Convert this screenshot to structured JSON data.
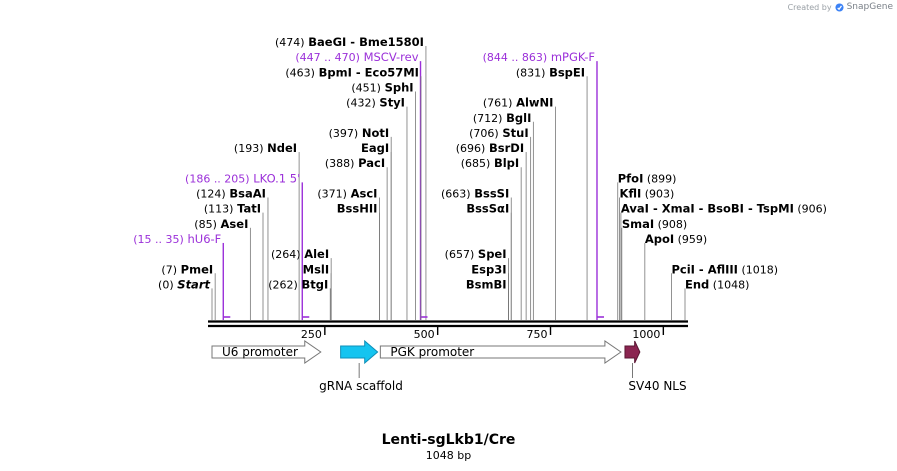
{
  "credit": {
    "prefix": "Created by",
    "brand": "SnapGene"
  },
  "map": {
    "name": "Lenti-sgLkb1/Cre",
    "length_label": "1048 bp",
    "length_bp": 1048
  },
  "ruler": [
    {
      "label": "250",
      "bp": 250
    },
    {
      "label": "500",
      "bp": 500
    },
    {
      "label": "750",
      "bp": 750
    },
    {
      "label": "1000",
      "bp": 1000
    }
  ],
  "sites": [
    {
      "pos": "(474)",
      "names": [
        "BaeGI",
        "Bme1580I"
      ],
      "bp": 474,
      "row": 0,
      "type": "enzyme"
    },
    {
      "pos": "(447 .. 470)",
      "names": [
        "MSCV-rev"
      ],
      "bp": 462,
      "row": 1,
      "type": "primer"
    },
    {
      "pos": "(463)",
      "names": [
        "BpmI",
        "Eco57MI"
      ],
      "bp": 463,
      "row": 2,
      "type": "enzyme"
    },
    {
      "pos": "(451)",
      "names": [
        "SphI"
      ],
      "bp": 451,
      "row": 3,
      "type": "enzyme"
    },
    {
      "pos": "(432)",
      "names": [
        "StyI"
      ],
      "bp": 432,
      "row": 4,
      "type": "enzyme"
    },
    {
      "pos": "(397)",
      "names": [
        "NotI"
      ],
      "bp": 397,
      "row": 6,
      "type": "enzyme"
    },
    {
      "pos": "",
      "names": [
        "EagI"
      ],
      "bp": 397,
      "row": 7,
      "type": "enzyme"
    },
    {
      "pos": "(388)",
      "names": [
        "PacI"
      ],
      "bp": 388,
      "row": 8,
      "type": "enzyme"
    },
    {
      "pos": "(371)",
      "names": [
        "AscI"
      ],
      "bp": 371,
      "row": 10,
      "type": "enzyme"
    },
    {
      "pos": "",
      "names": [
        "BssHII"
      ],
      "bp": 371,
      "row": 11,
      "type": "enzyme"
    },
    {
      "pos": "(193)",
      "names": [
        "NdeI"
      ],
      "bp": 193,
      "row": 7,
      "type": "enzyme"
    },
    {
      "pos": "(186 .. 205)",
      "names": [
        "LKO.1 5'"
      ],
      "bp": 200,
      "row": 9,
      "type": "primer"
    },
    {
      "pos": "(124)",
      "names": [
        "BsaAI"
      ],
      "bp": 124,
      "row": 10,
      "type": "enzyme"
    },
    {
      "pos": "(113)",
      "names": [
        "TatI"
      ],
      "bp": 113,
      "row": 11,
      "type": "enzyme"
    },
    {
      "pos": "(85)",
      "names": [
        "AseI"
      ],
      "bp": 85,
      "row": 12,
      "type": "enzyme"
    },
    {
      "pos": "(15 .. 35)",
      "names": [
        "hU6-F"
      ],
      "bp": 25,
      "row": 13,
      "type": "primer"
    },
    {
      "pos": "(7)",
      "names": [
        "PmeI"
      ],
      "bp": 7,
      "row": 15,
      "type": "enzyme"
    },
    {
      "pos": "(0)",
      "names": [
        "Start"
      ],
      "bp": 0,
      "row": 16,
      "type": "end"
    },
    {
      "pos": "(264)",
      "names": [
        "AleI"
      ],
      "bp": 264,
      "row": 14,
      "type": "enzyme"
    },
    {
      "pos": "",
      "names": [
        "MslI"
      ],
      "bp": 264,
      "row": 15,
      "type": "enzyme"
    },
    {
      "pos": "(262)",
      "names": [
        "BtgI"
      ],
      "bp": 262,
      "row": 16,
      "type": "enzyme"
    },
    {
      "pos": "(844 .. 863)",
      "names": [
        "mPGK-F"
      ],
      "bp": 853,
      "row": 1,
      "type": "primer"
    },
    {
      "pos": "(831)",
      "names": [
        "BspEI"
      ],
      "bp": 831,
      "row": 2,
      "type": "enzyme"
    },
    {
      "pos": "(761)",
      "names": [
        "AlwNI"
      ],
      "bp": 761,
      "row": 4,
      "type": "enzyme"
    },
    {
      "pos": "(712)",
      "names": [
        "BglI"
      ],
      "bp": 712,
      "row": 5,
      "type": "enzyme"
    },
    {
      "pos": "(706)",
      "names": [
        "StuI"
      ],
      "bp": 706,
      "row": 6,
      "type": "enzyme"
    },
    {
      "pos": "(696)",
      "names": [
        "BsrDI"
      ],
      "bp": 696,
      "row": 7,
      "type": "enzyme"
    },
    {
      "pos": "(685)",
      "names": [
        "BlpI"
      ],
      "bp": 685,
      "row": 8,
      "type": "enzyme"
    },
    {
      "pos": "(663)",
      "names": [
        "BssSI"
      ],
      "bp": 663,
      "row": 10,
      "type": "enzyme"
    },
    {
      "pos": "",
      "names": [
        "BssSαI"
      ],
      "bp": 663,
      "row": 11,
      "type": "enzyme"
    },
    {
      "pos": "(657)",
      "names": [
        "SpeI"
      ],
      "bp": 657,
      "row": 14,
      "type": "enzyme"
    },
    {
      "pos": "",
      "names": [
        "Esp3I"
      ],
      "bp": 657,
      "row": 15,
      "type": "enzyme"
    },
    {
      "pos": "",
      "names": [
        "BsmBI"
      ],
      "bp": 657,
      "row": 16,
      "type": "enzyme"
    },
    {
      "pos": "(899)",
      "names": [
        "PfoI"
      ],
      "bp": 899,
      "row": 9,
      "type": "enzyme"
    },
    {
      "pos": "(903)",
      "names": [
        "KflI"
      ],
      "bp": 903,
      "row": 10,
      "type": "enzyme"
    },
    {
      "pos": "(906)",
      "names": [
        "AvaI",
        "XmaI",
        "BsoBI",
        "TspMI"
      ],
      "bp": 906,
      "row": 11,
      "type": "enzyme"
    },
    {
      "pos": "(908)",
      "names": [
        "SmaI"
      ],
      "bp": 908,
      "row": 12,
      "type": "enzyme"
    },
    {
      "pos": "(959)",
      "names": [
        "ApoI"
      ],
      "bp": 959,
      "row": 13,
      "type": "enzyme"
    },
    {
      "pos": "(1018)",
      "names": [
        "PciI",
        "AflIII"
      ],
      "bp": 1018,
      "row": 15,
      "type": "enzyme"
    },
    {
      "pos": "(1048)",
      "names": [
        "End"
      ],
      "bp": 1048,
      "row": 16,
      "type": "end"
    }
  ],
  "features": [
    {
      "name": "U6 promoter",
      "start": 0,
      "end": 241,
      "style": "white",
      "label_inside": true
    },
    {
      "name": "gRNA scaffold",
      "start": 285,
      "end": 367,
      "style": "cyan",
      "label_inside": false
    },
    {
      "name": "PGK promoter",
      "start": 373,
      "end": 906,
      "style": "white",
      "label_inside": true
    },
    {
      "name": "SV40 NLS",
      "start": 915,
      "end": 948,
      "style": "maroon",
      "label_inside": false
    }
  ],
  "colors": {
    "enzyme": "#000000",
    "primer": "#9b30d9",
    "site_line": "#777777",
    "backbone": "#000000",
    "cyan_fill": "#15c4f0",
    "maroon_fill": "#8b2551"
  }
}
